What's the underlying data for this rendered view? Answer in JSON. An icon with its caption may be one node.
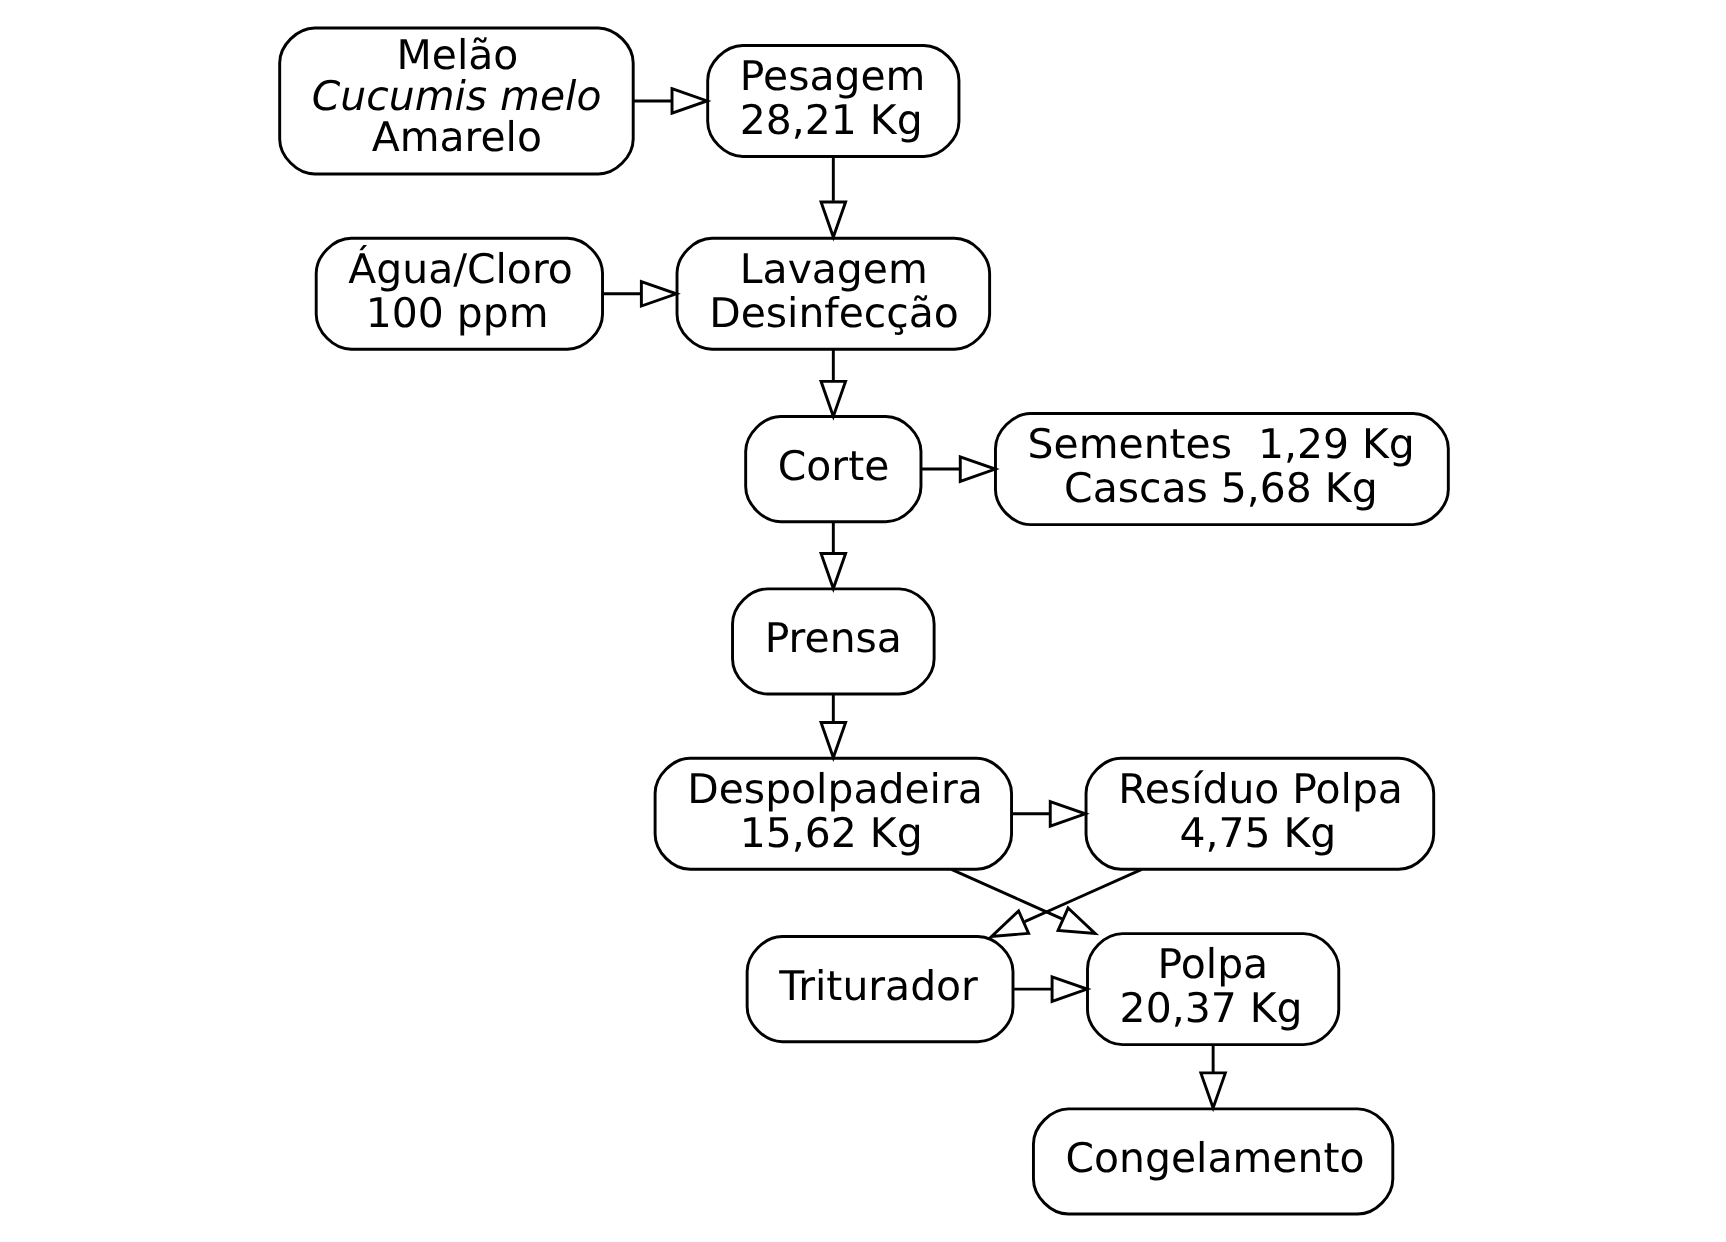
{
  "diagram": {
    "nodes": [
      {
        "text": [
          "Melão",
          "*Cucumis melo*",
          "Amarelo"
        ]
      },
      {
        "text": [
          "Pesagem",
          "28,21 Kg"
        ]
      },
      {
        "text": [
          "Água/Cloro",
          "100 ppm"
        ]
      },
      {
        "text": [
          "Lavagem",
          "Desinfecção"
        ]
      },
      {
        "text": [
          "Corte"
        ]
      },
      {
        "text": [
          "Sementes  1,29 Kg",
          "Cascas 5,68 Kg"
        ]
      },
      {
        "text": [
          "Prensa"
        ]
      },
      {
        "text": [
          "Despolpadeira",
          "15,62 Kg"
        ]
      },
      {
        "text": [
          "Resíduo Polpa",
          "4,75 Kg"
        ]
      },
      {
        "text": [
          "Polpa",
          "20,37 Kg"
        ]
      },
      {
        "text": [
          "Triturador"
        ]
      },
      {
        "text": [
          "Congelamento"
        ]
      }
    ],
    "edges": [
      {
        "from": 0,
        "to": 1,
        "arrow": "to"
      },
      {
        "from": 1,
        "to": 3,
        "arrow": "to"
      },
      {
        "from": 2,
        "to": 3,
        "arrow": "to"
      },
      {
        "from": 3,
        "to": 4,
        "arrow": "to"
      },
      {
        "from": 4,
        "to": 5,
        "arrow": "to"
      },
      {
        "from": 4,
        "to": 6,
        "arrow": "to"
      },
      {
        "from": 6,
        "to": 7,
        "arrow": "to"
      },
      {
        "from": 7,
        "to": 8,
        "arrow": "to"
      },
      {
        "from": 7,
        "to": 9,
        "arrow": "to"
      },
      {
        "from": 8,
        "to": 10,
        "arrow": "to"
      },
      {
        "from": 10,
        "to": 9,
        "arrow": "to"
      },
      {
        "from": 9,
        "to": 11,
        "arrow": "to"
      }
    ]
  }
}
